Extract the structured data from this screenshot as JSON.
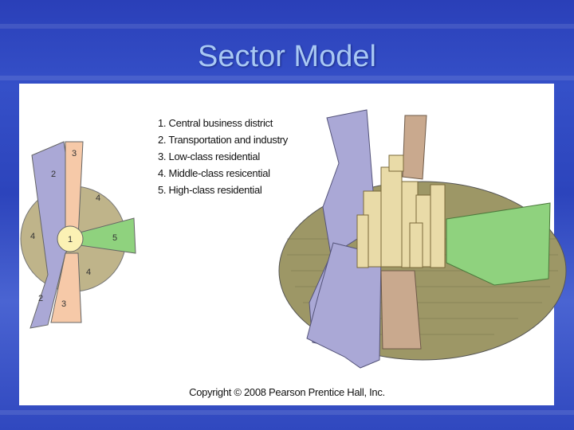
{
  "slide": {
    "title": "Sector Model"
  },
  "legend": [
    "1. Central business district",
    "2. Transportation and industry",
    "3. Low-class residential",
    "4. Middle-class resicential",
    "5. High-class residential"
  ],
  "diagram_labels": {
    "center": "1",
    "transport_top": "2",
    "transport_bottom": "2",
    "low_top": "3",
    "low_bottom": "3",
    "middle_right_top": "4",
    "middle_left": "4",
    "middle_right_bottom": "4",
    "high": "5"
  },
  "copyright": "Copyright © 2008 Pearson Prentice Hall, Inc.",
  "colors": {
    "transport": "#aaa8d6",
    "low_class": "#f6c9a8",
    "middle_class": "#bfb48a",
    "high_class": "#8fd27e",
    "cbd": "#fbf1b4"
  }
}
